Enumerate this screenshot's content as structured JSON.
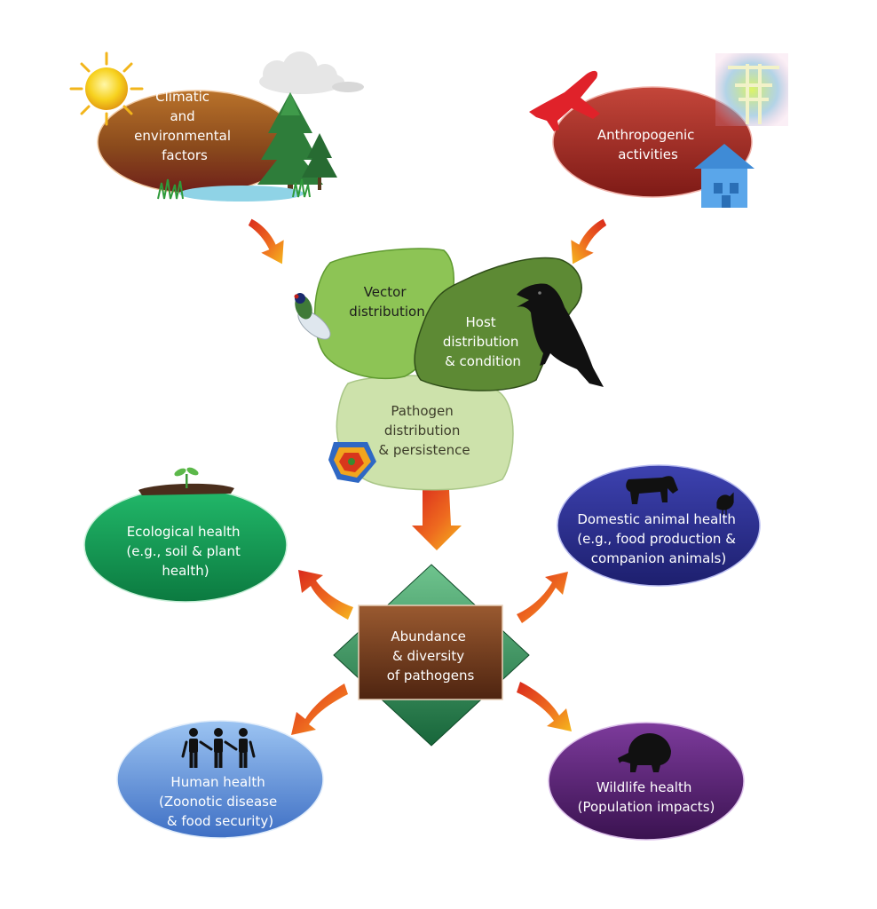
{
  "nodes": {
    "climatic": {
      "lines": [
        "Climatic",
        "and",
        "environmental",
        "factors"
      ]
    },
    "anthropogenic": {
      "lines": [
        "Anthropogenic",
        "activities"
      ]
    },
    "vector": {
      "lines": [
        "Vector",
        "distribution"
      ]
    },
    "host": {
      "lines": [
        "Host",
        "distribution",
        "& condition"
      ]
    },
    "pathogen": {
      "lines": [
        "Pathogen",
        "distribution",
        "& persistence"
      ]
    },
    "ecological": {
      "lines": [
        "Ecological health",
        "(e.g., soil & plant",
        "health)"
      ]
    },
    "domestic": {
      "lines": [
        "Domestic animal health",
        "(e.g., food production &",
        "companion animals)"
      ]
    },
    "abundance": {
      "lines": [
        "Abundance",
        "& diversity",
        "of pathogens"
      ]
    },
    "human": {
      "lines": [
        "Human health",
        "(Zoonotic disease",
        "& food security)"
      ]
    },
    "wildlife": {
      "lines": [
        "Wildlife health",
        "(Population impacts)"
      ]
    }
  },
  "icons": {
    "climatic": [
      "sun-icon",
      "cloud-icon",
      "pine-tree-icon",
      "pond-icon"
    ],
    "anthropogenic": [
      "airplane-icon",
      "power-line-icon",
      "house-icon"
    ],
    "vector": "fly-icon",
    "host": "crow-icon",
    "pathogen": "virus-icon",
    "ecological": "seedling-icon",
    "domestic": [
      "cow-icon",
      "chicken-icon"
    ],
    "human": "people-icon",
    "wildlife": "lion-icon"
  },
  "colors": {
    "climatic": "#8a4a1c",
    "anthropogenic": "#9b2a24",
    "vector": "#8cc152",
    "host": "#5e8a36",
    "pathogen": "#c8dfa6",
    "ecological": "#15a05a",
    "domestic": "#2c2f8f",
    "abundance": "#7a4120",
    "diamond": "#2f8a52",
    "human": "#5b8fd6",
    "wildlife": "#5a2472",
    "arrow_start": "#d9291c",
    "arrow_end": "#f5b81e"
  }
}
